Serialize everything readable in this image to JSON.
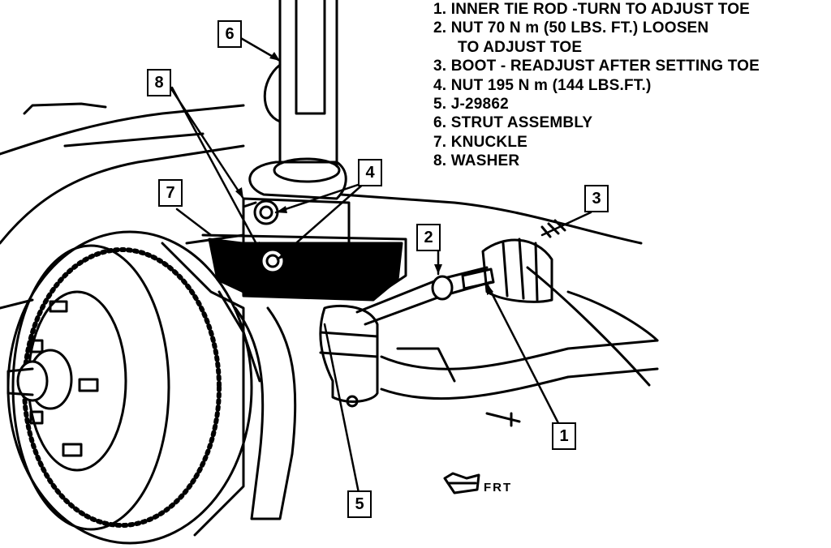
{
  "legend": {
    "item1": "1. INNER TIE ROD -TURN TO ADJUST TOE",
    "item2_line1": "2. NUT 70 N m (50 LBS. FT.)  LOOSEN",
    "item2_line2": "TO ADJUST TOE",
    "item3": "3. BOOT - READJUST AFTER SETTING TOE",
    "item4": "4. NUT 195 N m (144 LBS.FT.)",
    "item5": "5. J-29862",
    "item6": "6. STRUT ASSEMBLY",
    "item7": "7. KNUCKLE",
    "item8": "8. WASHER"
  },
  "callouts": {
    "c1": "1",
    "c2": "2",
    "c3": "3",
    "c4": "4",
    "c5": "5",
    "c6": "6",
    "c7": "7",
    "c8": "8"
  },
  "direction_marker": {
    "label": "FRT",
    "icon": "front-arrow-icon"
  },
  "colors": {
    "ink": "#000000",
    "paper": "#ffffff"
  }
}
